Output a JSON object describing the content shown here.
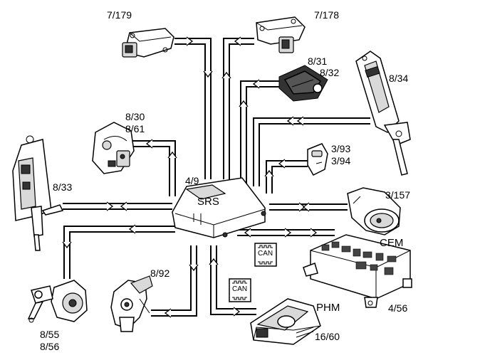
{
  "labels": {
    "sensor_7_179": "7/179",
    "sensor_7_178": "7/178",
    "module_8_31": "8/31",
    "module_8_32": "8/32",
    "pretensioner_8_34": "8/34",
    "airbag_8_30": "8/30",
    "airbag_8_61": "8/61",
    "buckle_3_93": "3/93",
    "buckle_3_94": "3/94",
    "srs_node": "4/9",
    "srs_title": "SRS",
    "pretensioner_8_33": "8/33",
    "switch_3_157": "3/157",
    "cem_title": "CEM",
    "cem_node": "4/56",
    "sensor_8_92": "8/92",
    "phm_title": "PHM",
    "phm_node": "16/60",
    "pretensioner_8_55": "8/55",
    "pretensioner_8_56": "8/56",
    "can_label_1": "CAN",
    "can_label_2": "CAN"
  }
}
